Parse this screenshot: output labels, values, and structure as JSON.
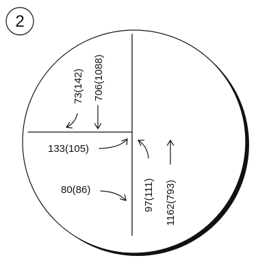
{
  "diagram_number": "2",
  "labels": {
    "left_turn": "73(142)",
    "through_down": "706(1088)",
    "west_right": "133(105)",
    "west_lower": "80(86)",
    "right_turn_up": "97(111)",
    "through_up": "1162(793)"
  }
}
